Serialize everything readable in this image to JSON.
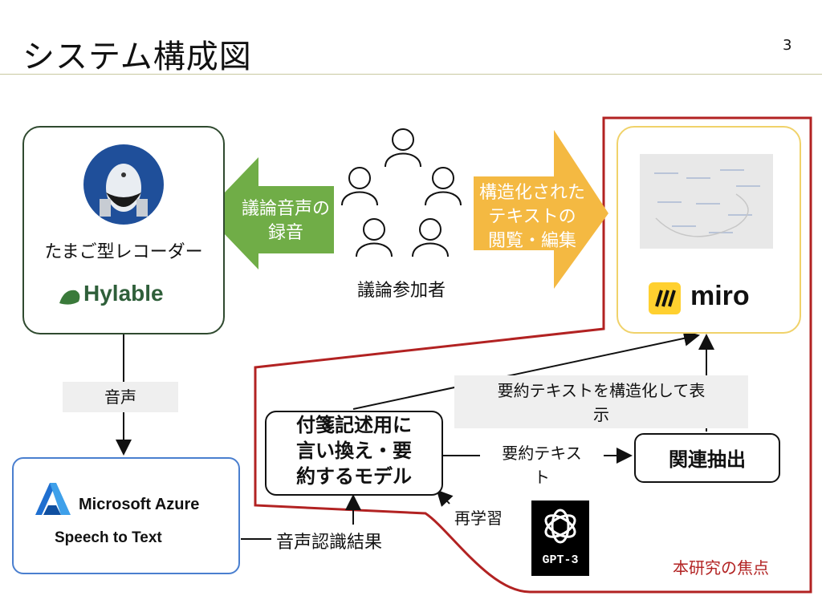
{
  "header": {
    "title": "システム構成図",
    "page_number": "3"
  },
  "hylable": {
    "caption": "たまご型レコーダー",
    "logo_text": "Hylable"
  },
  "arrows": {
    "left_line1": "議論音声の",
    "left_line2": "録音",
    "right_line1": "構造化された",
    "right_line2": "テキストの",
    "right_line3": "閲覧・編集"
  },
  "participants": {
    "label": "議論参加者"
  },
  "miro": {
    "logo_text": "miro"
  },
  "azure": {
    "line1": "Microsoft Azure",
    "line2": "Speech to Text"
  },
  "model": {
    "line1": "付箋記述用に",
    "line2": "言い換え・要",
    "line3": "約するモデル"
  },
  "kanren": {
    "label": "関連抽出"
  },
  "labels": {
    "onsei": "音声",
    "ninshiki": "音声認識結果",
    "summary_display_line1": "要約テキストを構造化して表",
    "summary_display_line2": "示",
    "summary_text_line1": "要約テキス",
    "summary_text_line2": "ト",
    "retrain": "再学習",
    "focus": "本研究の焦点"
  },
  "gpt": {
    "label": "GPT-3"
  },
  "colors": {
    "green_arrow": "#70ad47",
    "yellow_arrow": "#f4b942",
    "focus_red": "#b22222"
  }
}
